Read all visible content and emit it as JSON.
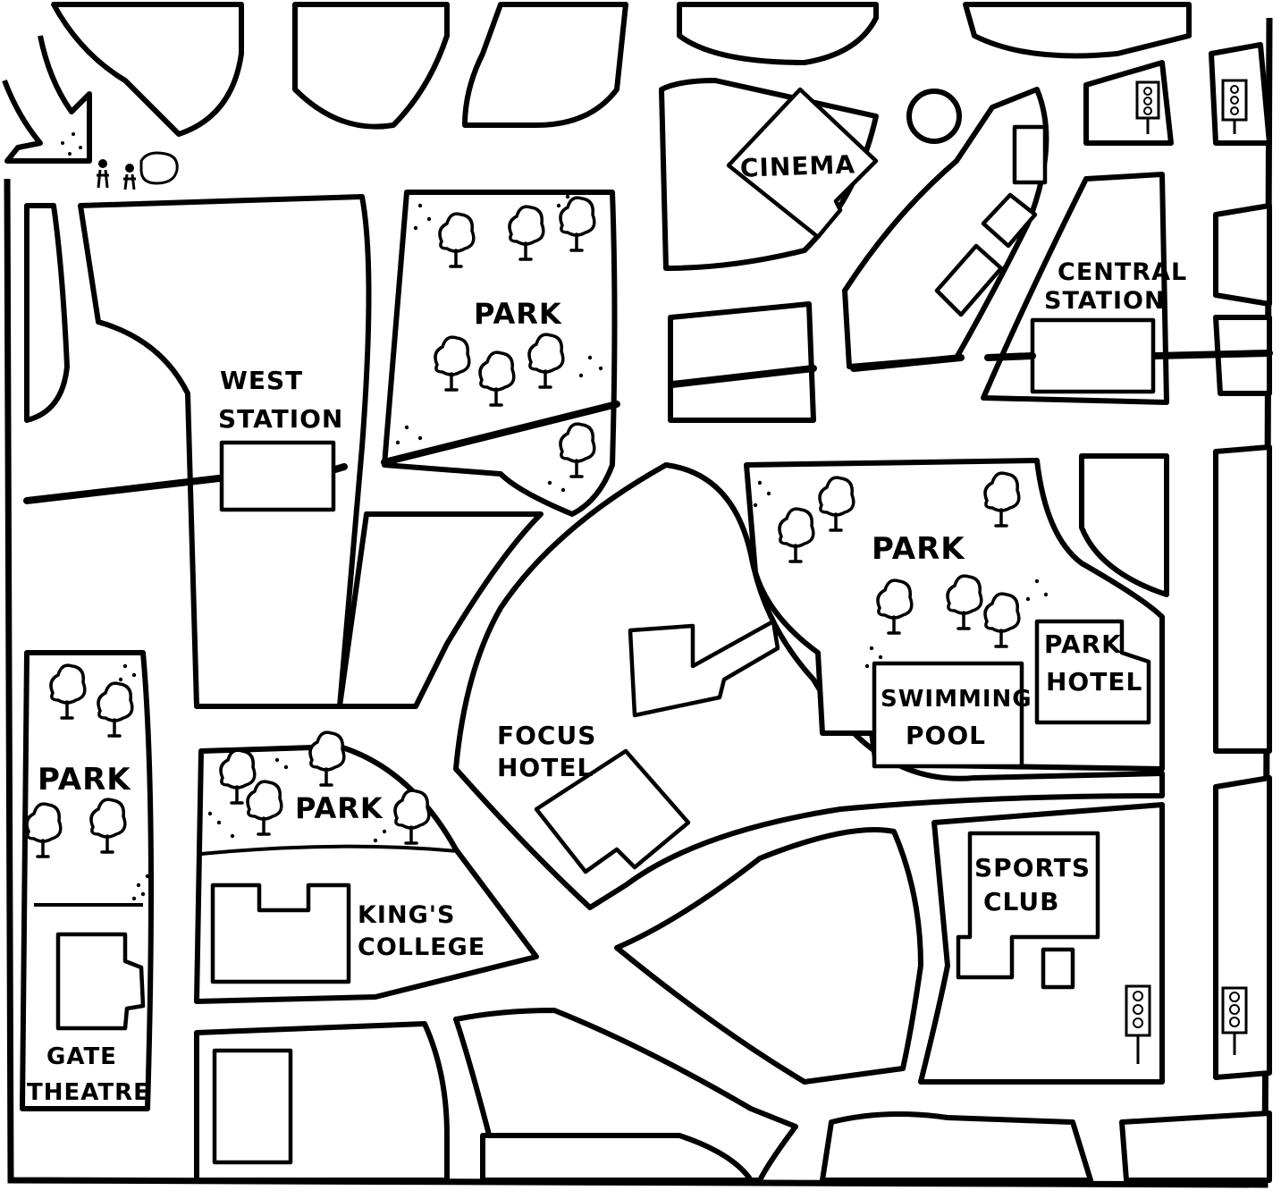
{
  "colors": {
    "ink": "#000000",
    "paper": "#ffffff"
  },
  "labels": {
    "cinema": "CINEMA",
    "central_station": [
      "CENTRAL",
      "STATION"
    ],
    "west_station": [
      "WEST",
      "STATION"
    ],
    "park_north": "PARK",
    "park_east": "PARK",
    "park_west": "PARK",
    "park_center": "PARK",
    "focus_hotel": [
      "FOCUS",
      "HOTEL"
    ],
    "swimming_pool": [
      "SWIMMING",
      "POOL"
    ],
    "park_hotel": [
      "PARK",
      "HOTEL"
    ],
    "kings_college": [
      "KING'S",
      "COLLEGE"
    ],
    "sports_club": [
      "SPORTS",
      "CLUB"
    ],
    "gate_theatre": [
      "GATE",
      "THEATRE"
    ]
  },
  "icons": {
    "start_arrow": "arrow-icon",
    "you_are_here": "people-icon",
    "traffic_light": "traffic-light-icon",
    "tree": "tree-icon"
  }
}
